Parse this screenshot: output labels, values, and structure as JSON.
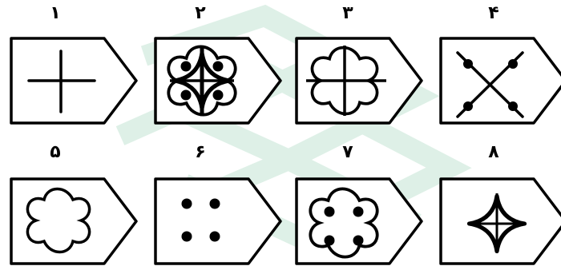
{
  "figures": [
    {
      "number": "۱",
      "shape": "plus"
    },
    {
      "number": "۲",
      "shape": "cross-star-in-clover-with-dots"
    },
    {
      "number": "۳",
      "shape": "clover-with-plus"
    },
    {
      "number": "۴",
      "shape": "x-with-dots"
    },
    {
      "number": "۵",
      "shape": "clover-outline"
    },
    {
      "number": "۶",
      "shape": "four-dots"
    },
    {
      "number": "۷",
      "shape": "clover-with-dots"
    },
    {
      "number": "۸",
      "shape": "concave-star-with-plus"
    }
  ],
  "colors": {
    "ink": "#000000",
    "watermark": "#d9eee3",
    "background": "#ffffff"
  }
}
